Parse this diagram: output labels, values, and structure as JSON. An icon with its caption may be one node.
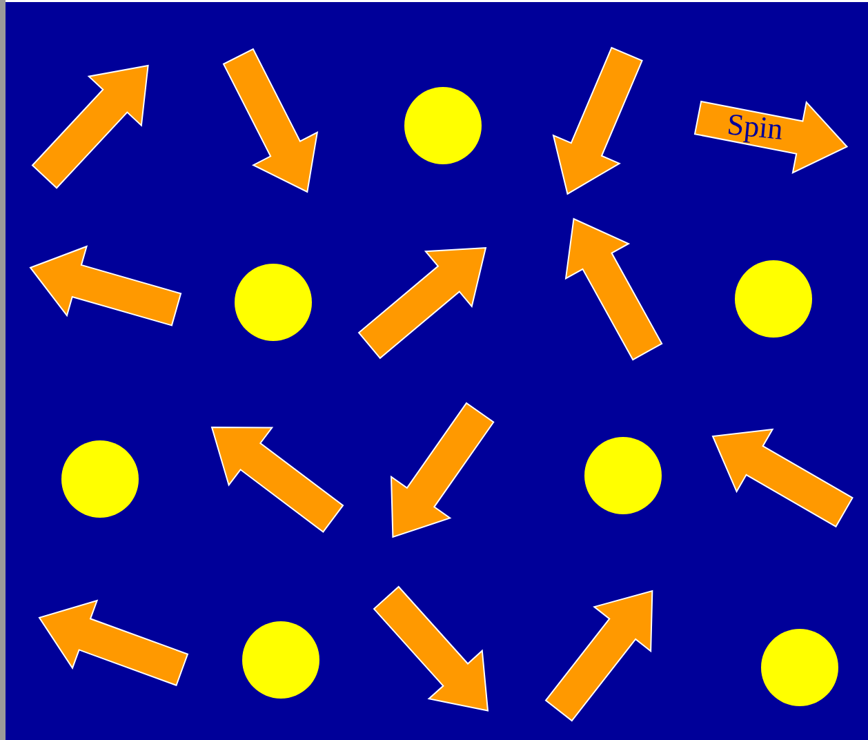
{
  "diagram": {
    "nodes": [
      {
        "text": [],
        "shape": "arrow"
      },
      {
        "text": [],
        "shape": "arrow"
      },
      {
        "text": [],
        "shape": "circle"
      },
      {
        "text": [],
        "shape": "arrow"
      },
      {
        "text": [
          "Spin"
        ]
      },
      {
        "text": [],
        "shape": "arrow"
      },
      {
        "text": [],
        "shape": "circle"
      },
      {
        "text": [],
        "shape": "arrow"
      },
      {
        "text": [],
        "shape": "arrow"
      },
      {
        "text": [],
        "shape": "circle"
      },
      {
        "text": [],
        "shape": "circle"
      },
      {
        "text": [],
        "shape": "arrow"
      },
      {
        "text": [],
        "shape": "arrow"
      },
      {
        "text": [],
        "shape": "circle"
      },
      {
        "text": [],
        "shape": "arrow"
      },
      {
        "text": [],
        "shape": "arrow"
      },
      {
        "text": [],
        "shape": "circle"
      },
      {
        "text": [],
        "shape": "arrow"
      },
      {
        "text": [],
        "shape": "arrow"
      },
      {
        "text": [],
        "shape": "circle"
      }
    ]
  }
}
